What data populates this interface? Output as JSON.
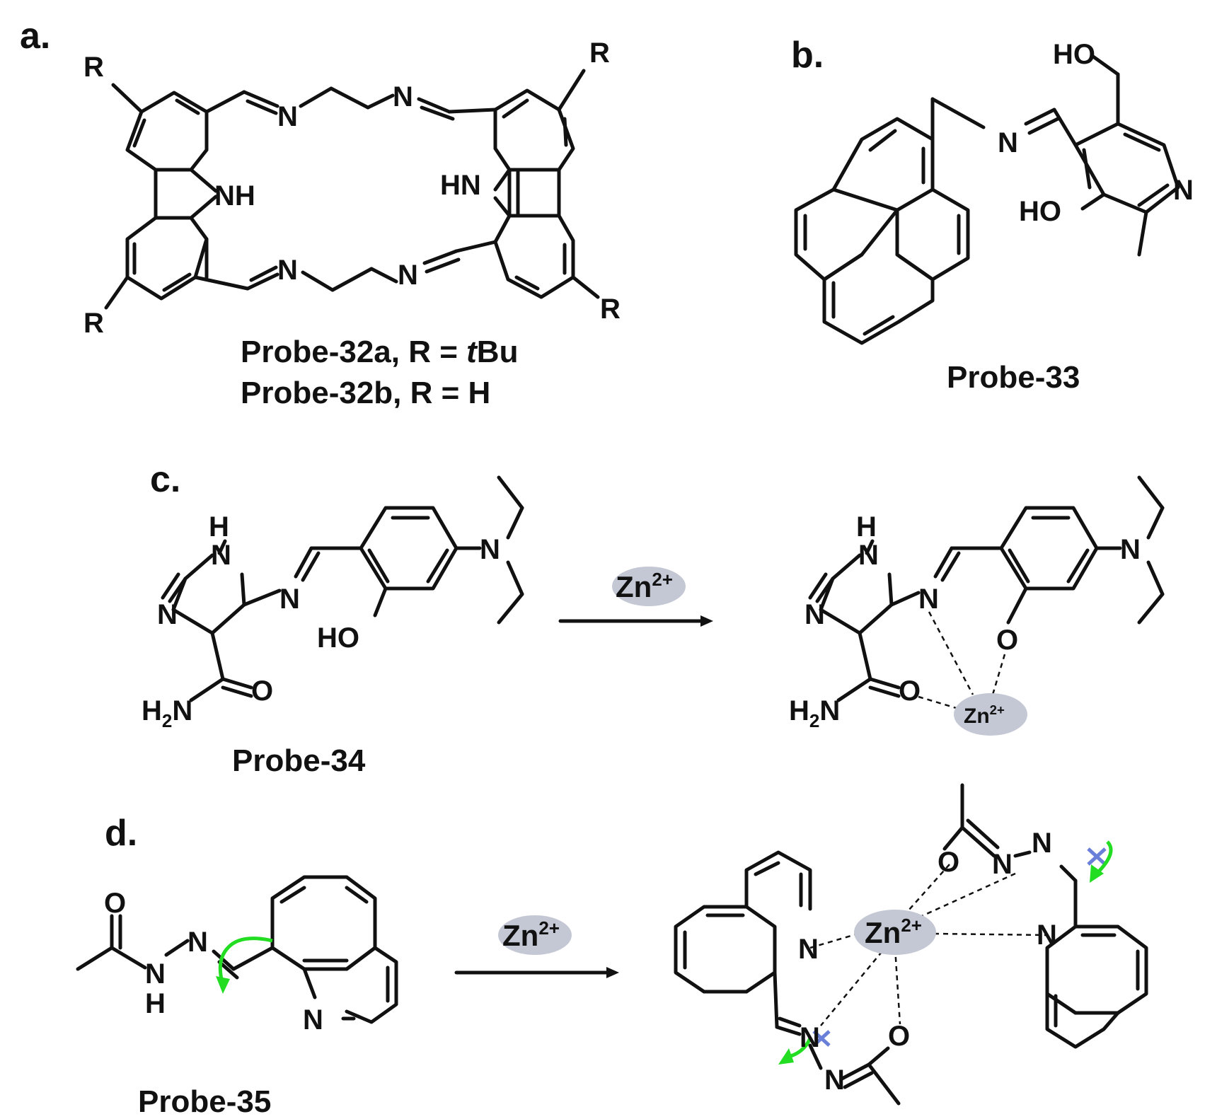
{
  "panels": {
    "a": "a.",
    "b": "b.",
    "c": "c.",
    "d": "d."
  },
  "captions": {
    "probe32a_prefix": "Probe-32a, R = ",
    "probe32a_italic": "t",
    "probe32a_suffix": "Bu",
    "probe32b": "Probe-32b, R = H",
    "probe33": "Probe-33",
    "probe34": "Probe-34",
    "probe35": "Probe-35"
  },
  "reagent": {
    "ion": "Zn",
    "charge": "2+"
  },
  "atoms": {
    "R": "R",
    "N": "N",
    "NH": "NH",
    "HN": "HN",
    "H": "H",
    "O": "O",
    "HO": "HO",
    "H2N_main": "H",
    "H2N_sub": "2",
    "H2N_tail": "N"
  },
  "colors": {
    "ion_fill": "#c4c8d4",
    "arrow_green": "#22dd22",
    "cross_blue": "#6a7fd8",
    "ink": "#111111"
  }
}
